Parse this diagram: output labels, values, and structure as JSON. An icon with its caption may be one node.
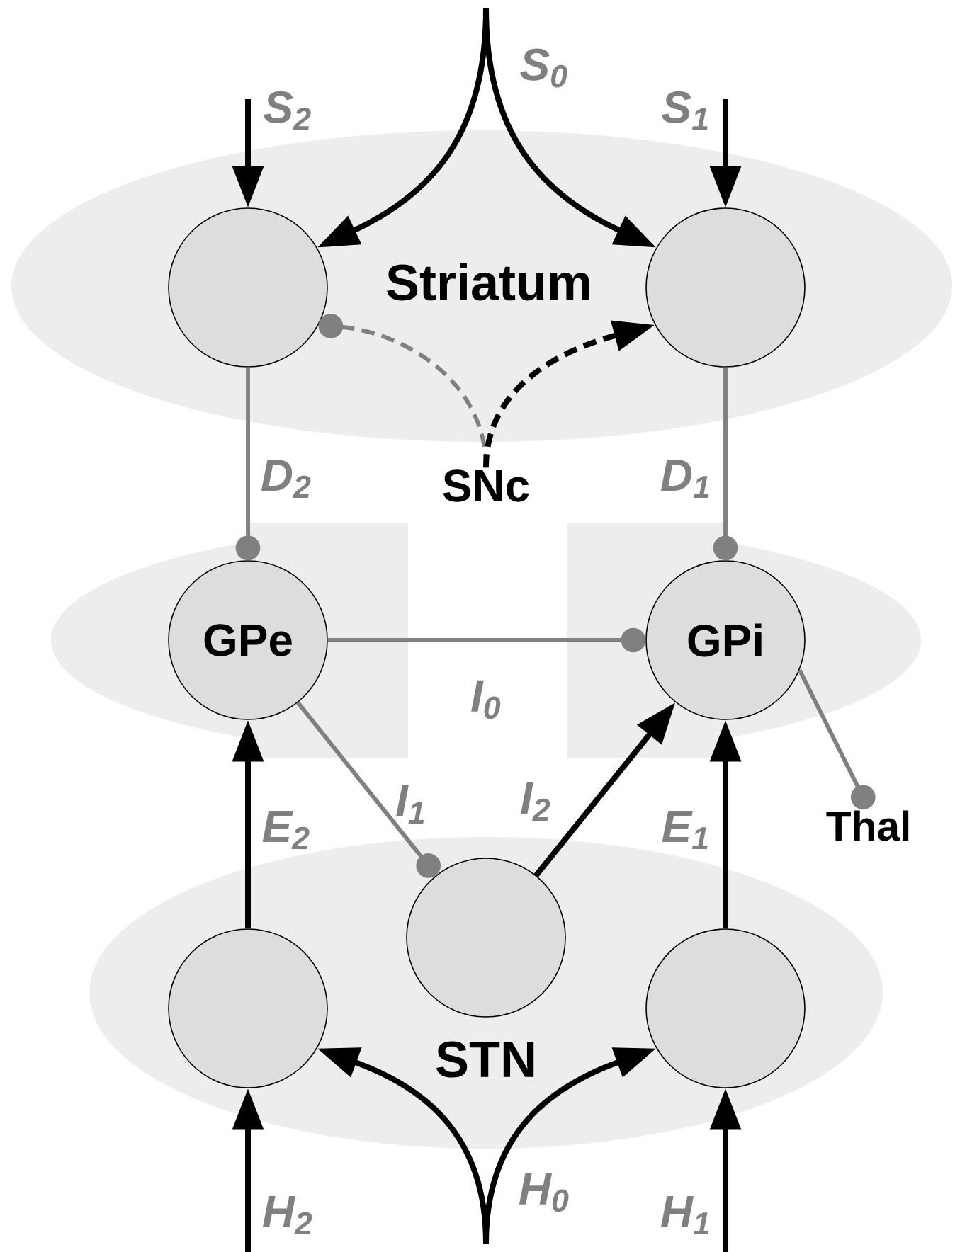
{
  "diagram": {
    "nodes": [
      {
        "text": [
          "Striatum"
        ]
      },
      {
        "text": [],
        "shape": "circle",
        "in": 0
      },
      {
        "text": [],
        "shape": "circle",
        "in": 0
      },
      {
        "text": [
          "GPe"
        ]
      },
      {
        "text": [
          "GPi"
        ]
      },
      {
        "text": [
          "STN"
        ]
      },
      {
        "text": [],
        "shape": "circle",
        "in": 5
      },
      {
        "text": [],
        "shape": "circle",
        "in": 5
      },
      {
        "text": [],
        "shape": "circle",
        "in": 5
      },
      {
        "text": [
          "SNc"
        ]
      },
      {
        "text": [
          "Thal"
        ]
      }
    ],
    "edges": [
      {
        "from": null,
        "to": 1,
        "arrow": "to",
        "label": "S$_{2}$"
      },
      {
        "from": null,
        "to": 1,
        "arrow": "to",
        "label": "S$_{0}$"
      },
      {
        "from": null,
        "to": 2,
        "arrow": "to"
      },
      {
        "from": null,
        "to": 2,
        "arrow": "to",
        "label": "S$_{1}$"
      },
      {
        "from": 9,
        "to": 1,
        "arrow": "other",
        "style": "dashed",
        "color": "#808080"
      },
      {
        "from": 9,
        "to": 2,
        "arrow": "to",
        "style": "dashed"
      },
      {
        "from": 1,
        "to": 3,
        "arrow": "other",
        "color": "#808080",
        "label": "D$_{2}$"
      },
      {
        "from": 2,
        "to": 4,
        "arrow": "other",
        "color": "#808080",
        "label": "D$_{1}$"
      },
      {
        "from": 3,
        "to": 4,
        "arrow": "other",
        "color": "#808080",
        "label": "I$_{0}$"
      },
      {
        "from": 3,
        "to": 7,
        "arrow": "other",
        "color": "#808080",
        "label": "I$_{1}$"
      },
      {
        "from": 7,
        "to": 4,
        "arrow": "to",
        "label": "I$_{2}$"
      },
      {
        "from": 4,
        "to": 10,
        "arrow": "other",
        "color": "#808080"
      },
      {
        "from": 6,
        "to": 3,
        "arrow": "to",
        "label": "E$_{2}$"
      },
      {
        "from": 8,
        "to": 4,
        "arrow": "to",
        "label": "E$_{1}$"
      },
      {
        "from": null,
        "to": 6,
        "arrow": "to",
        "label": "H$_{0}$"
      },
      {
        "from": null,
        "to": 8,
        "arrow": "to"
      },
      {
        "from": null,
        "to": 6,
        "arrow": "to",
        "label": "H$_{2}$"
      },
      {
        "from": null,
        "to": 8,
        "arrow": "to",
        "label": "H$_{1}$"
      }
    ]
  }
}
